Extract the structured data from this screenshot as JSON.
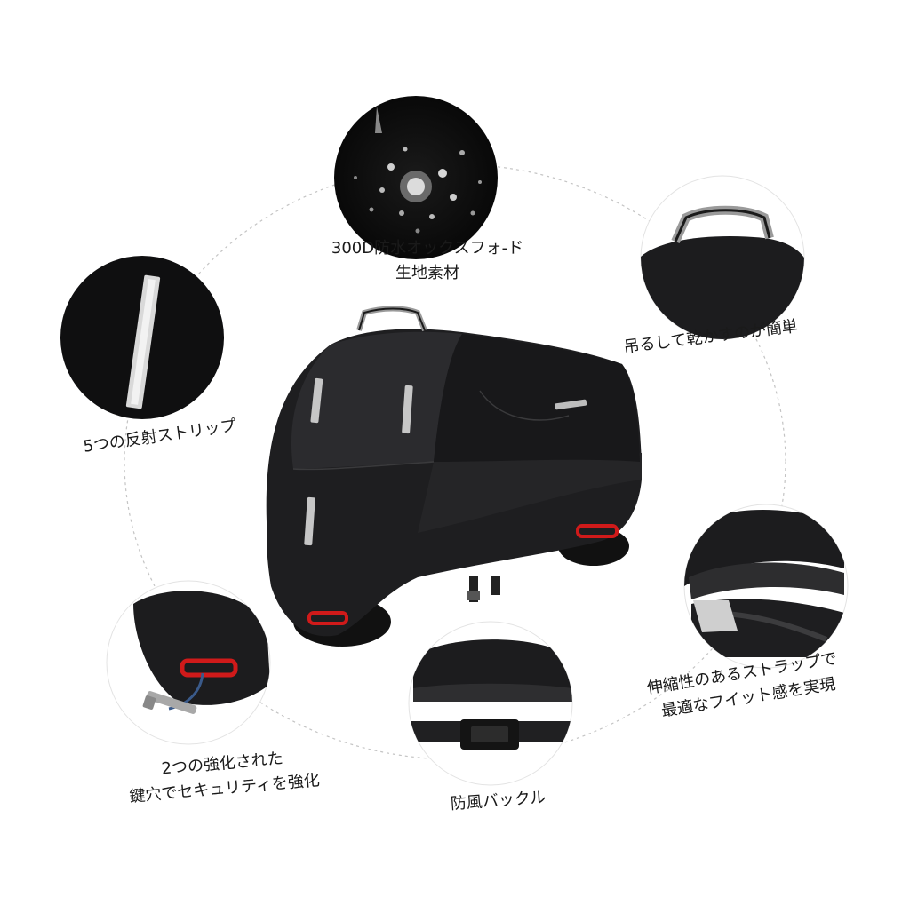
{
  "features": [
    {
      "id": "waterproof",
      "icon": "water-droplet-icon",
      "lines": [
        "300D防水オックスフォ-ド",
        "生地素材"
      ]
    },
    {
      "id": "hanging",
      "icon": "hanging-handle-icon",
      "lines": [
        "吊るして乾かすのが簡単"
      ]
    },
    {
      "id": "reflective",
      "icon": "reflective-strip-icon",
      "lines": [
        "5つの反射ストリップ"
      ]
    },
    {
      "id": "elastic",
      "icon": "elastic-hem-icon",
      "lines": [
        "伸縮性のあるストラップで",
        "最適なフイット感を実現"
      ]
    },
    {
      "id": "lock",
      "icon": "lock-hole-icon",
      "lines": [
        "2つの強化された",
        "鍵穴でセキュリティを強化"
      ]
    },
    {
      "id": "buckle",
      "icon": "buckle-icon",
      "lines": [
        "防風バックル"
      ]
    }
  ],
  "colors": {
    "cover": "#1c1c1e",
    "reflective": "#c8c8c8",
    "lockhole": "#d01a1a",
    "dash": "#bdbdbd"
  }
}
